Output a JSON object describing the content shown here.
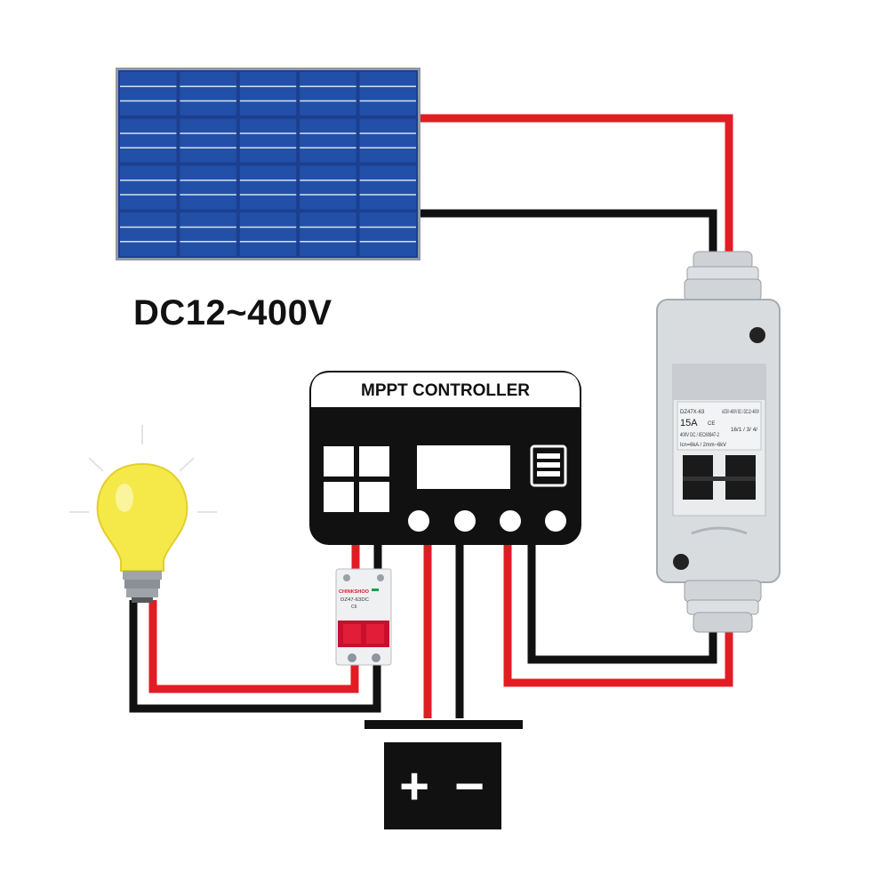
{
  "voltage_label": "DC12~400V",
  "controller": {
    "title": "MPPT CONTROLLER"
  },
  "dc_isolator": {
    "model": "DZ47X-63",
    "rating": "15A",
    "ce_mark": "CE",
    "specs_left": "400V DC / IEC60947-2",
    "specs_right": "AC50~400V B2 / DC12~400V",
    "breaking": "Icn=6kA / 2mm~6kV",
    "terminals": "16/1 / 3/ 4/"
  },
  "load_breaker": {
    "brand": "CHINKSHOO",
    "model": "DZ47-63DC",
    "rating": "C6"
  },
  "battery": {
    "plus": "+",
    "minus": "−"
  },
  "colors": {
    "positive_wire": "#e31b23",
    "negative_wire": "#111111",
    "panel_blue": "#1c3f8f",
    "bulb_yellow": "#f5e94a",
    "enclosure_grey": "#d9dcdf"
  },
  "icons": [
    "solar-panel-icon",
    "light-bulb-icon",
    "battery-icon",
    "mppt-controller-icon",
    "dc-isolator-icon",
    "circuit-breaker-icon"
  ]
}
